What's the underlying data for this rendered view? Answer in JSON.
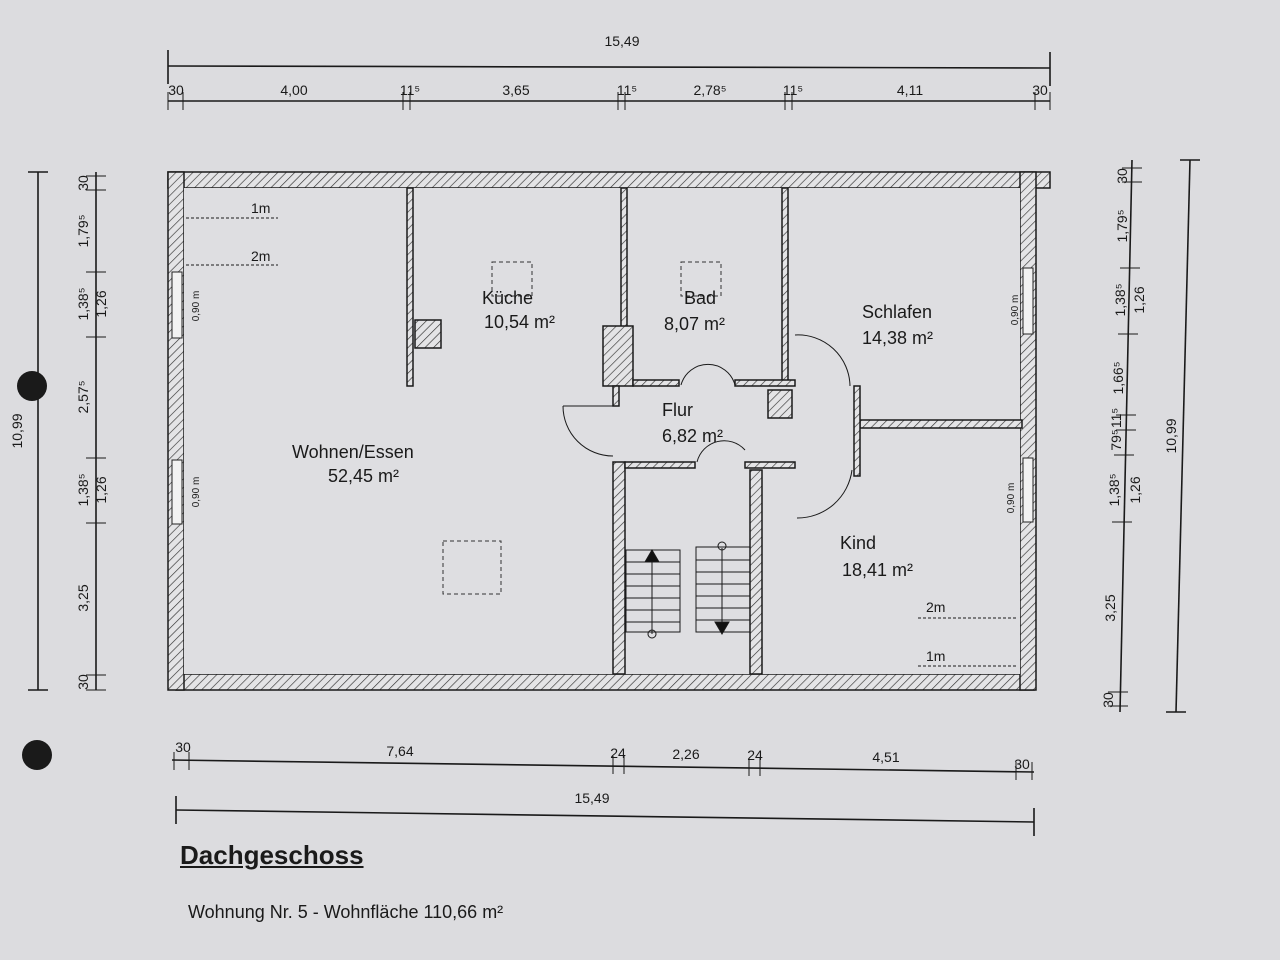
{
  "plan": {
    "title": "Dachgeschoss",
    "subtitle": "Wohnung Nr. 5 - Wohnfläche 110,66 m²",
    "rooms": [
      {
        "name": "Küche",
        "area": "10,54 m²"
      },
      {
        "name": "Bad",
        "area": "8,07 m²"
      },
      {
        "name": "Schlafen",
        "area": "14,38 m²"
      },
      {
        "name": "Flur",
        "area": "6,82 m²"
      },
      {
        "name": "Wohnen/Essen",
        "area": "52,45 m²"
      },
      {
        "name": "Kind",
        "area": "18,41 m²"
      }
    ],
    "dims_top": {
      "total": "15,49",
      "segments": [
        "30",
        "4,00",
        "11⁵",
        "3,65",
        "11⁵",
        "2,78⁵",
        "11⁵",
        "4,11",
        "30"
      ]
    },
    "dims_bottom": {
      "total": "15,49",
      "segments": [
        "30",
        "7,64",
        "24",
        "2,26",
        "24",
        "4,51",
        "30"
      ]
    },
    "dims_left": {
      "total": "10,99",
      "segments": [
        "30",
        "1,79⁵",
        "1,38⁵",
        "2,57⁵",
        "1,38⁵",
        "3,25",
        "30"
      ],
      "inner": [
        "1,26",
        "1,26"
      ]
    },
    "dims_right": {
      "total": "10,99",
      "segments": [
        "30",
        "1,79⁵",
        "1,38⁵",
        "1,66⁵",
        "79⁵",
        "11⁵",
        "1,38⁵",
        "3,25",
        "30"
      ],
      "inner": [
        "1,26",
        "1,26"
      ]
    },
    "window_label": "0,90 m",
    "height_lines": [
      "1m",
      "2m"
    ]
  }
}
